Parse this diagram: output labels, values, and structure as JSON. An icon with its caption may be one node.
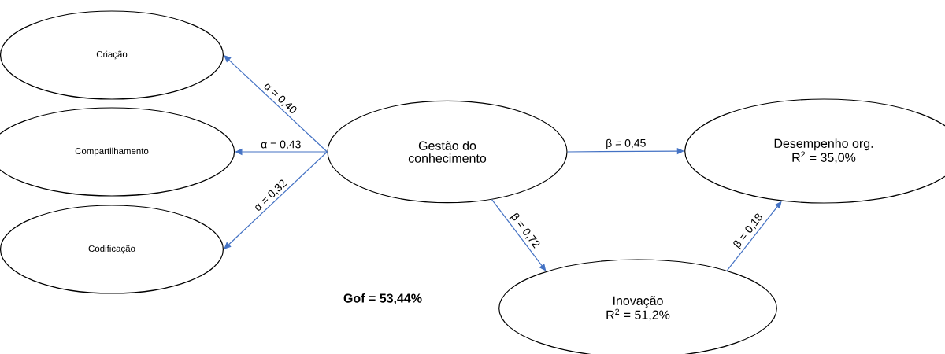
{
  "diagram": {
    "nodes": [
      {
        "text": [
          "Criação"
        ]
      },
      {
        "text": [
          "Compartilhamento"
        ]
      },
      {
        "text": [
          "Codificação"
        ]
      },
      {
        "text": [
          "Gestão do conhecimento"
        ]
      },
      {
        "text": [
          "Desempenho org.",
          "R$^{2}$ = 35,0%"
        ]
      },
      {
        "text": [
          "Inovação",
          "R$^{2}$ = 51,2%"
        ]
      }
    ],
    "edges": [
      {
        "from": 3,
        "to": 0,
        "arrow": "to",
        "label": "α = 0,40"
      },
      {
        "from": 3,
        "to": 1,
        "arrow": "to",
        "label": "α = 0,43"
      },
      {
        "from": 3,
        "to": 2,
        "arrow": "to",
        "label": "α = 0,32"
      },
      {
        "from": 3,
        "to": 4,
        "arrow": "to",
        "label": "β = 0,45"
      },
      {
        "from": 3,
        "to": 5,
        "arrow": "to",
        "label": "β = 0,72"
      },
      {
        "from": 5,
        "to": 4,
        "arrow": "to",
        "label": "β = 0,18"
      }
    ],
    "labels": [
      "Gof = 53,44%"
    ]
  }
}
